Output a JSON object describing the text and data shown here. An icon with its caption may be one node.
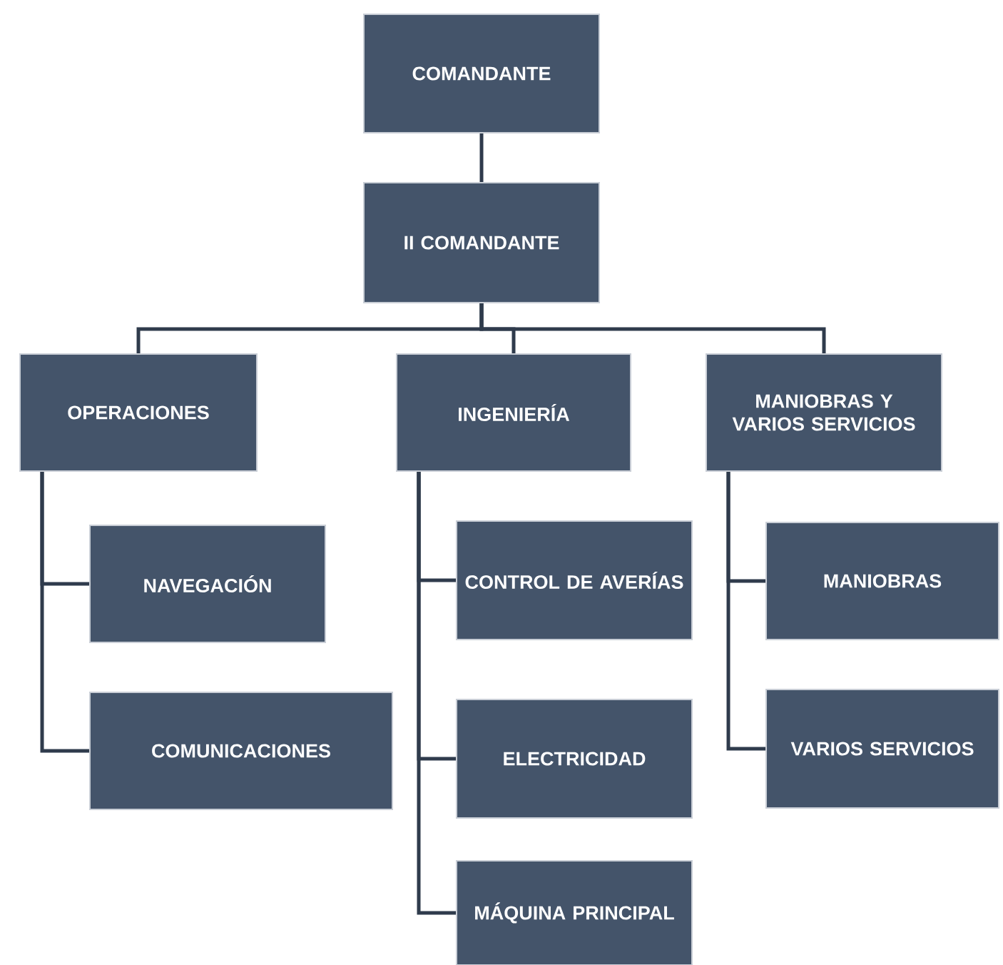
{
  "diagram": {
    "nodes": [
      {
        "text": [
          "COMANDANTE"
        ]
      },
      {
        "text": [
          "II COMANDANTE"
        ]
      },
      {
        "text": [
          "OPERACIONES"
        ]
      },
      {
        "text": [
          "INGENIERÍA"
        ]
      },
      {
        "text": [
          "MANIOBRAS Y VARIOS SERVICIOS"
        ]
      },
      {
        "text": [
          "NAVEGACIÓN"
        ]
      },
      {
        "text": [
          "COMUNICACIONES"
        ]
      },
      {
        "text": [
          "CONTROL DE AVERÍAS"
        ]
      },
      {
        "text": [
          "ELECTRICIDAD"
        ]
      },
      {
        "text": [
          "MÁQUINA PRINCIPAL"
        ]
      },
      {
        "text": [
          "MANIOBRAS"
        ]
      },
      {
        "text": [
          "VARIOS SERVICIOS"
        ]
      }
    ],
    "edges": [
      {
        "from": 0,
        "to": 1,
        "arrow": "none"
      },
      {
        "from": 1,
        "to": 2,
        "arrow": "none"
      },
      {
        "from": 1,
        "to": 3,
        "arrow": "none"
      },
      {
        "from": 1,
        "to": 4,
        "arrow": "none"
      },
      {
        "from": 2,
        "to": 5,
        "arrow": "none"
      },
      {
        "from": 2,
        "to": 6,
        "arrow": "none"
      },
      {
        "from": 3,
        "to": 7,
        "arrow": "none"
      },
      {
        "from": 3,
        "to": 8,
        "arrow": "none"
      },
      {
        "from": 3,
        "to": 9,
        "arrow": "none"
      },
      {
        "from": 4,
        "to": 10,
        "arrow": "none"
      },
      {
        "from": 4,
        "to": 11,
        "arrow": "none"
      }
    ]
  }
}
